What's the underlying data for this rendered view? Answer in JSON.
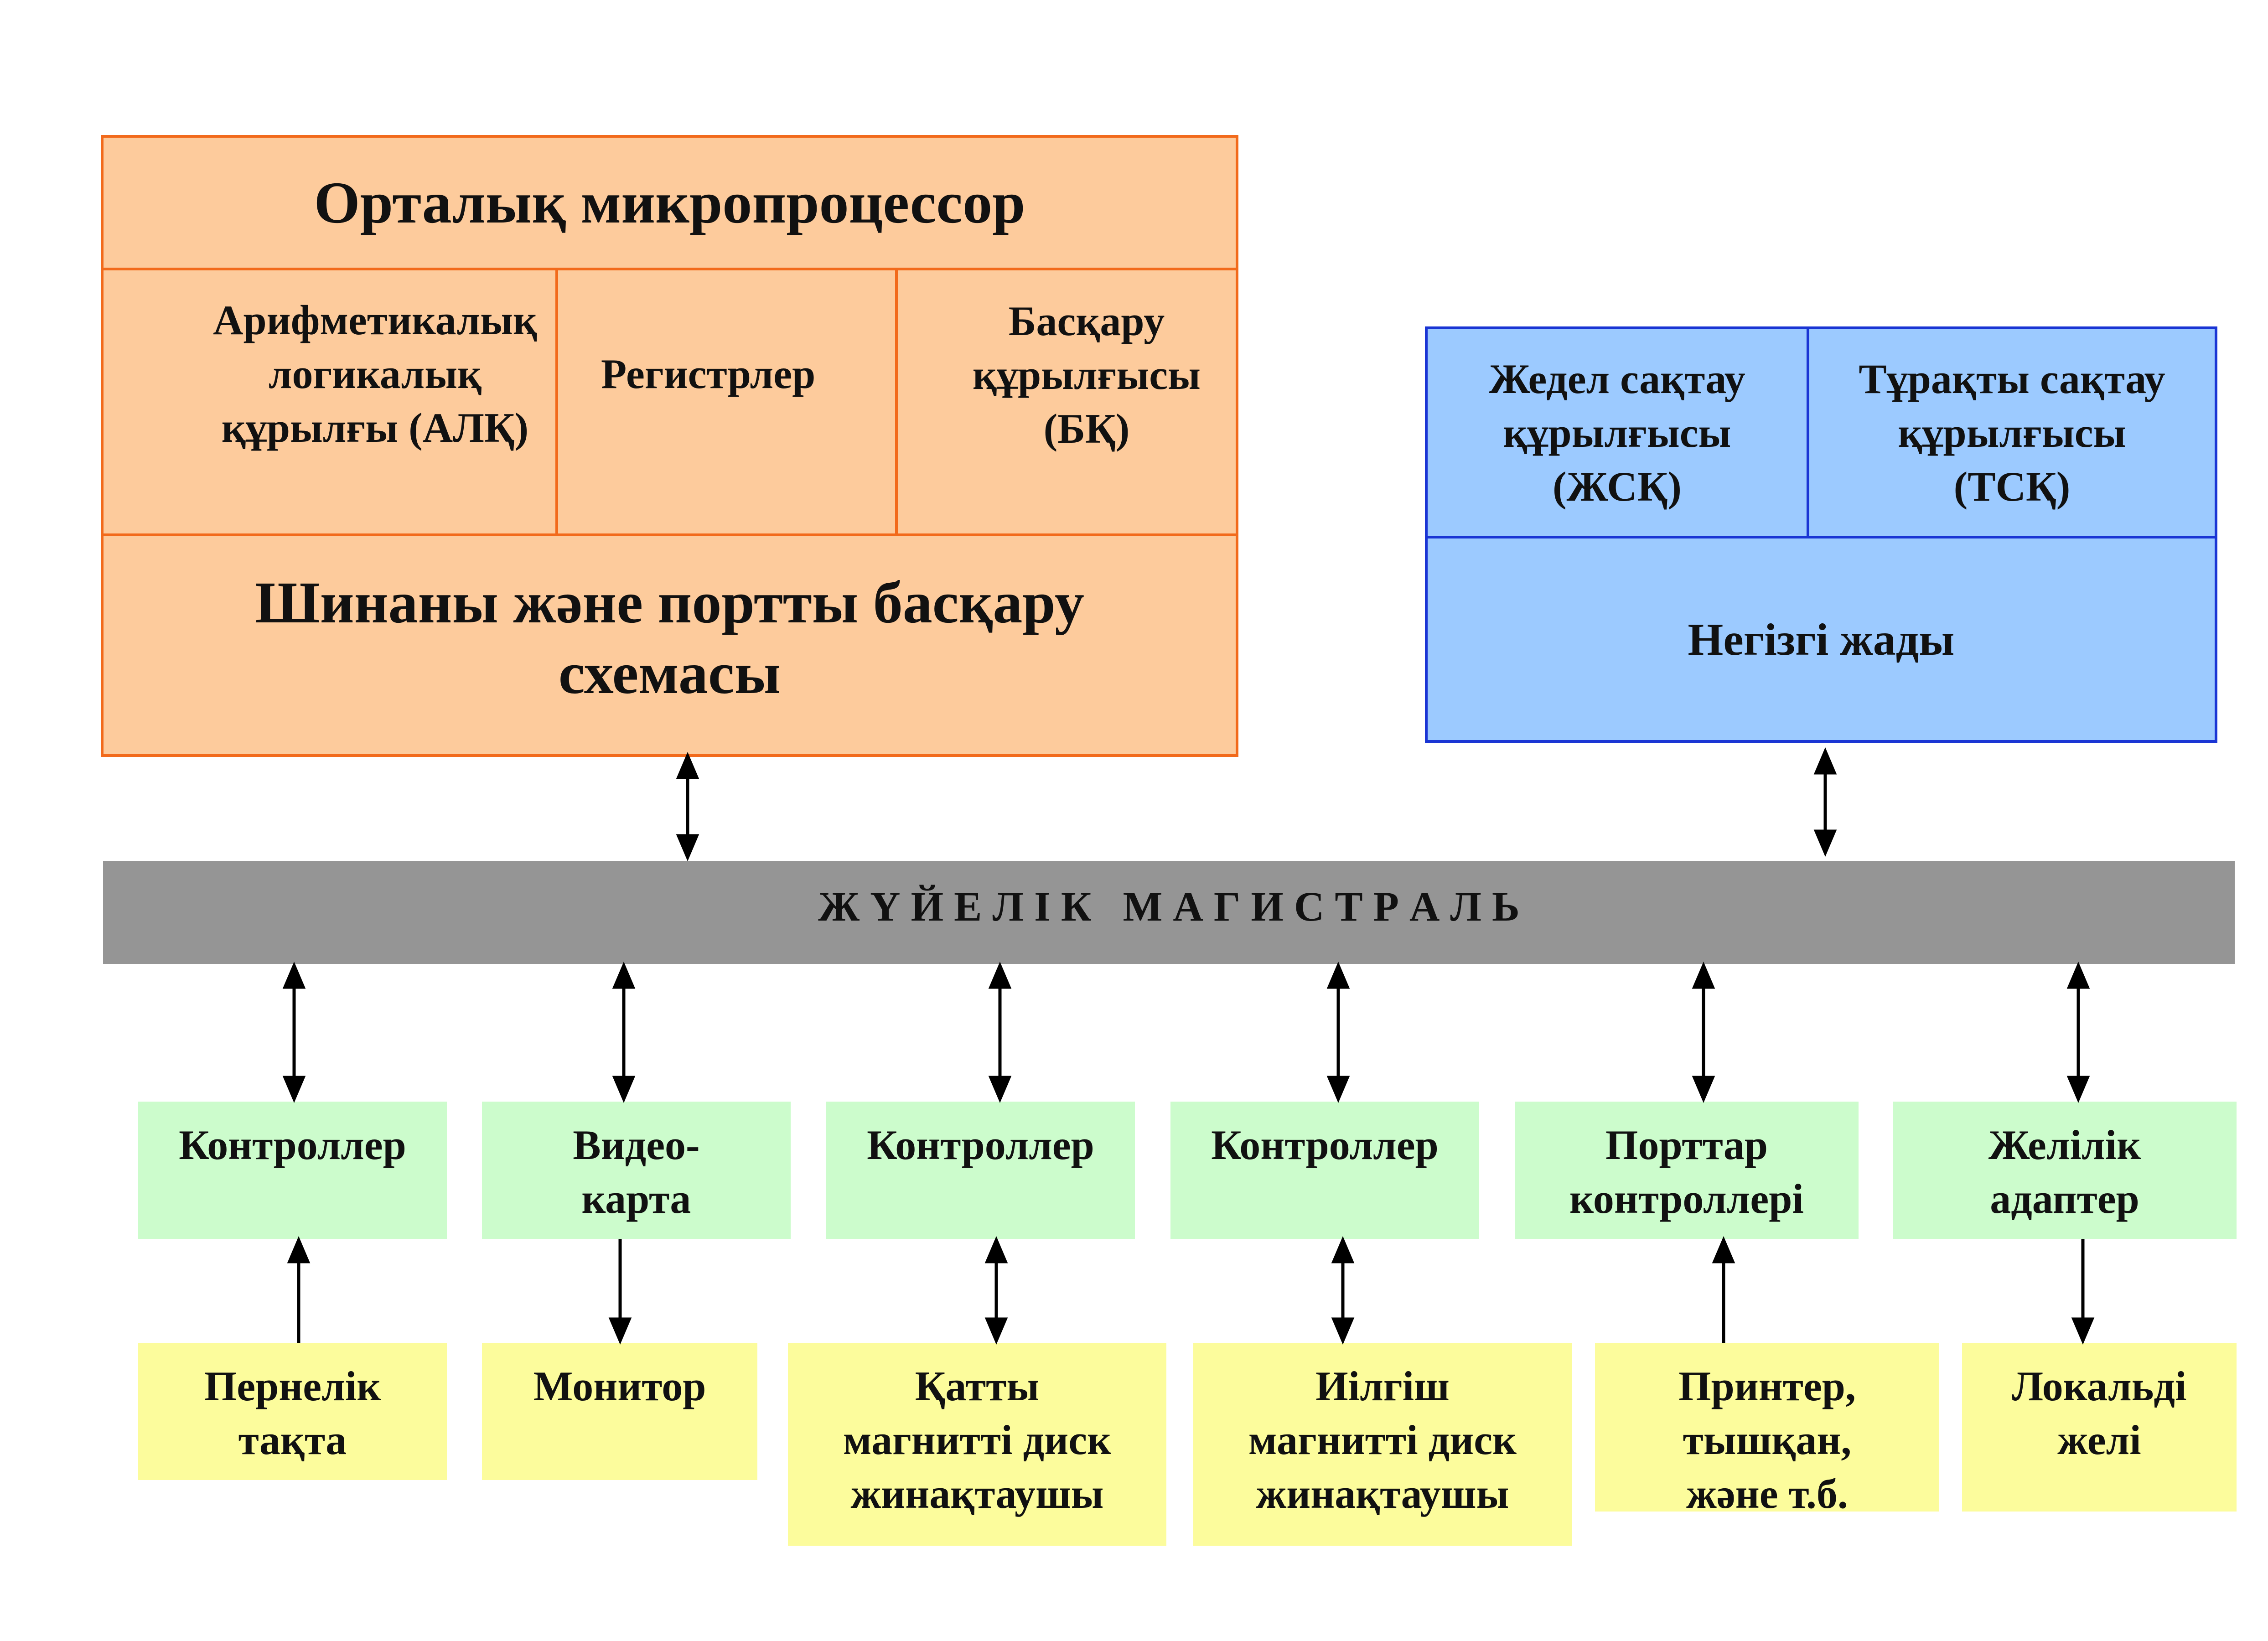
{
  "cpu": {
    "title": "Орталық микропроцессор",
    "alu": "Арифметикалық\nлогикалық\nқұрылғы (АЛҚ)",
    "registers": "Регистрлер",
    "control_unit": "Басқару\nқұрылғысы\n(БҚ)",
    "bus_port_control": "Шинаны және портты басқару\nсхемасы"
  },
  "memory": {
    "ram": "Жедел сақтау\nқұрылғысы\n(ЖСҚ)",
    "rom": "Тұрақты сақтау\nқұрылғысы\n(ТСҚ)",
    "main_memory": "Негізгі жады"
  },
  "system_bus": {
    "label": "Ж Ү Й Е Л І К   М А Г И С Т Р А Л Ь"
  },
  "controllers": [
    {
      "label": "Контроллер"
    },
    {
      "label": "Видео-\nкарта"
    },
    {
      "label": "Контроллер"
    },
    {
      "label": "Контроллер"
    },
    {
      "label": "Порттар\nконтроллері"
    },
    {
      "label": "Желілік\nадаптер"
    }
  ],
  "devices": [
    {
      "label": "Пернелік\nтақта"
    },
    {
      "label": "Монитор"
    },
    {
      "label": "Қатты\nмагнитті диск\nжинақтаушы"
    },
    {
      "label": "Иілгіш\nмагнитті диск\nжинақтаушы"
    },
    {
      "label": "Принтер,\nтышқан,\nжәне т.б."
    },
    {
      "label": "Локальді\nжелі"
    }
  ],
  "colors": {
    "cpu_fill": "#fdcb9c",
    "cpu_border": "#f26a1b",
    "memory_fill": "#9ccaff",
    "memory_border": "#1a35d4",
    "bus_fill": "#959595",
    "controller_fill": "#ccfccc",
    "device_fill": "#fcfc9c"
  }
}
